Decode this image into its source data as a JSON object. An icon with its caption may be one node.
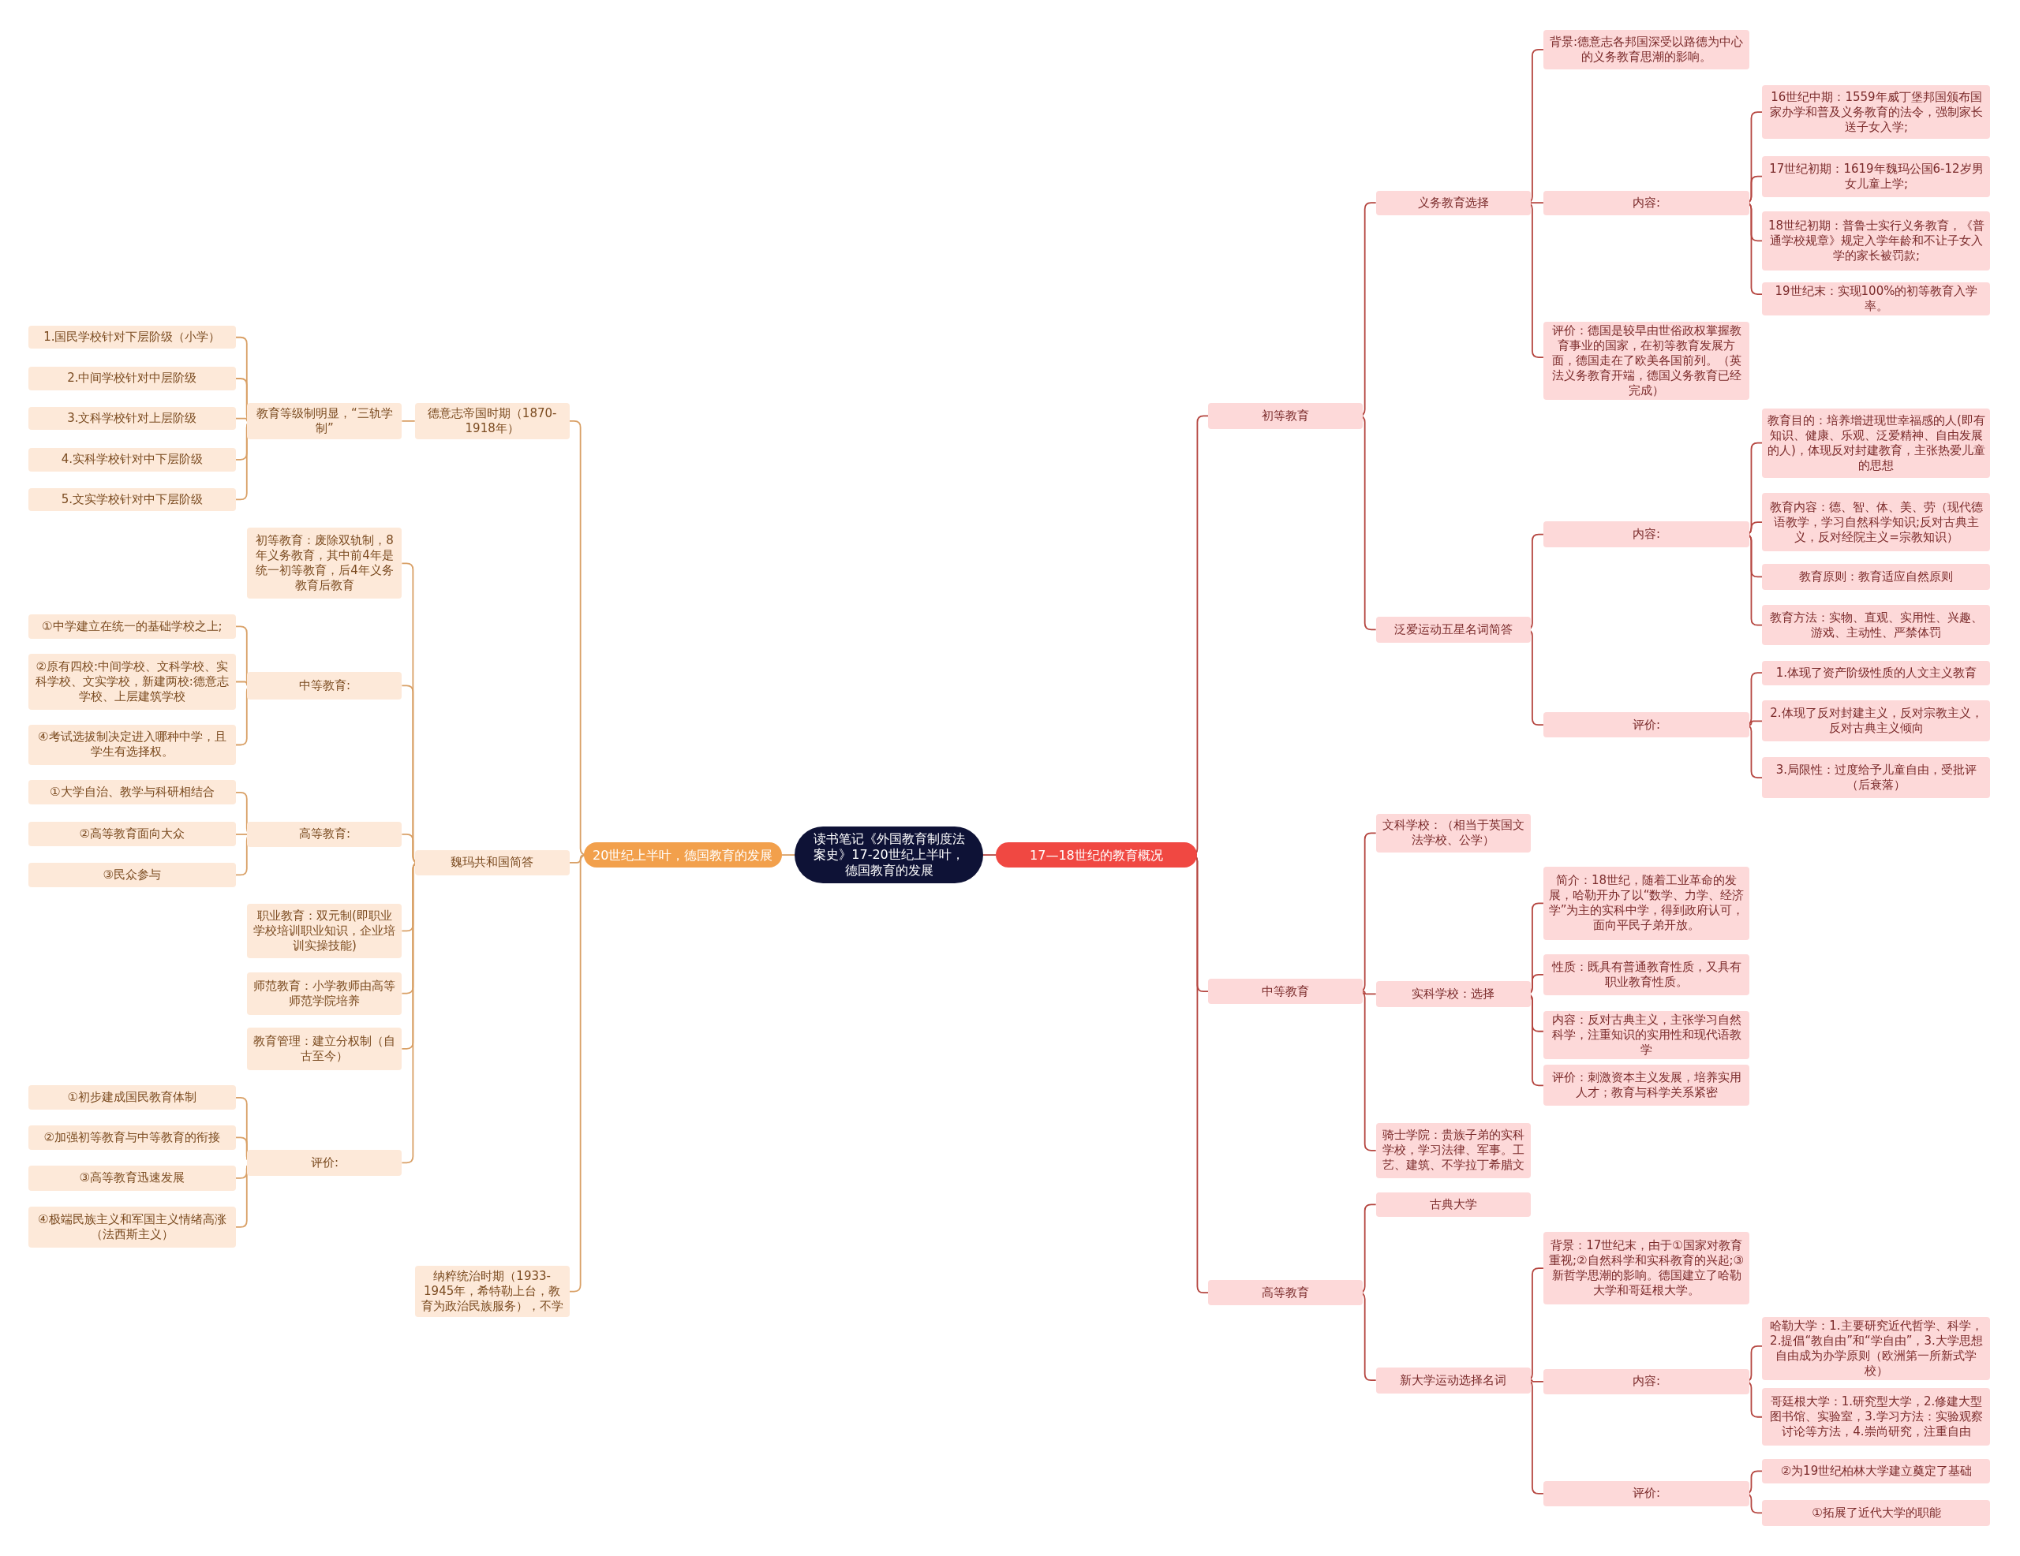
{
  "diagram": {
    "nodes": [
      {
        "text": [
          "读书笔记《外国教育制度法案史》17-20世纪上半叶，德国教育的发展"
        ]
      },
      {
        "text": [
          "20世纪上半叶，德国教育的发展"
        ]
      },
      {
        "text": [
          "17—18世纪的教育概况"
        ]
      },
      {
        "text": [
          "德意志帝国时期（1870-1918年）"
        ]
      },
      {
        "text": [
          "教育等级制明显，“三轨学制”"
        ]
      },
      {
        "text": [
          "1.国民学校针对下层阶级（小学）"
        ]
      },
      {
        "text": [
          "2.中间学校针对中层阶级"
        ]
      },
      {
        "text": [
          "3.文科学校针对上层阶级"
        ]
      },
      {
        "text": [
          "4.实科学校针对中下层阶级"
        ]
      },
      {
        "text": [
          "5.文实学校针对中下层阶级"
        ]
      },
      {
        "text": [
          "魏玛共和国简答"
        ]
      },
      {
        "text": [
          "初等教育：废除双轨制，8年义务教育，其中前4年是统一初等教育，后4年义务教育后教育"
        ]
      },
      {
        "text": [
          "中等教育:"
        ]
      },
      {
        "text": [
          "①中学建立在统一的基础学校之上;"
        ]
      },
      {
        "text": [
          "②原有四校:中间学校、文科学校、实科学校、文实学校，新建两校:德意志学校、上层建筑学校"
        ]
      },
      {
        "text": [
          "④考试选拔制决定进入哪种中学，且学生有选择权。"
        ]
      },
      {
        "text": [
          "高等教育:"
        ]
      },
      {
        "text": [
          "①大学自治、教学与科研相结合"
        ]
      },
      {
        "text": [
          "②高等教育面向大众"
        ]
      },
      {
        "text": [
          "③民众参与"
        ]
      },
      {
        "text": [
          "职业教育：双元制(即职业学校培训职业知识，企业培训实操技能)"
        ]
      },
      {
        "text": [
          "师范教育：小学教师由高等师范学院培养"
        ]
      },
      {
        "text": [
          "教育管理：建立分权制（自古至今）"
        ]
      },
      {
        "text": [
          "评价:"
        ]
      },
      {
        "text": [
          "①初步建成国民教育体制"
        ]
      },
      {
        "text": [
          "②加强初等教育与中等教育的衔接"
        ]
      },
      {
        "text": [
          "③高等教育迅速发展"
        ]
      },
      {
        "text": [
          "④极端民族主义和军国主义情绪高涨（法西斯主义）"
        ]
      },
      {
        "text": [
          "纳粹统治时期（1933-1945年，希特勒上台，教育为政治民族服务），不学"
        ]
      },
      {
        "text": [
          "初等教育"
        ]
      },
      {
        "text": [
          "义务教育选择"
        ]
      },
      {
        "text": [
          "背景:德意志各邦国深受以路德为中心的义务教育思潮的影响。"
        ]
      },
      {
        "text": [
          "内容:"
        ]
      },
      {
        "text": [
          "16世纪中期：1559年威丁堡邦国颁布国家办学和普及义务教育的法令，强制家长送子女入学;"
        ]
      },
      {
        "text": [
          "17世纪初期：1619年魏玛公国6-12岁男女儿童上学;"
        ]
      },
      {
        "text": [
          "18世纪初期：普鲁士实行义务教育，《普通学校规章》规定入学年龄和不让子女入学的家长被罚款;"
        ]
      },
      {
        "text": [
          "19世纪末：实现100%的初等教育入学率。"
        ]
      },
      {
        "text": [
          "评价：德国是较早由世俗政权掌握教育事业的国家，在初等教育发展方面，德国走在了欧美各国前列。（英法义务教育开端，德国义务教育已经完成）"
        ]
      },
      {
        "text": [
          "泛爱运动五星名词简答"
        ]
      },
      {
        "text": [
          "内容:"
        ]
      },
      {
        "text": [
          "教育目的：培养增进现世幸福感的人(即有知识、健康、乐观、泛爱精神、自由发展的人)，体现反对封建教育，主张热爱儿童的思想"
        ]
      },
      {
        "text": [
          "教育内容：德、智、体、美、劳（现代德语教学，学习自然科学知识;反对古典主义，反对经院主义=宗教知识）"
        ]
      },
      {
        "text": [
          "教育原则：教育适应自然原则"
        ]
      },
      {
        "text": [
          "教育方法：实物、直观、实用性、兴趣、游戏、主动性、严禁体罚"
        ]
      },
      {
        "text": [
          "评价:"
        ]
      },
      {
        "text": [
          "1.体现了资产阶级性质的人文主义教育"
        ]
      },
      {
        "text": [
          "2.体现了反对封建主义，反对宗教主义，反对古典主义倾向"
        ]
      },
      {
        "text": [
          "3.局限性：过度给予儿童自由，受批评（后衰落）"
        ]
      },
      {
        "text": [
          "中等教育"
        ]
      },
      {
        "text": [
          "文科学校：（相当于英国文法学校、公学）"
        ]
      },
      {
        "text": [
          "实科学校：选择"
        ]
      },
      {
        "text": [
          "简介：18世纪，随着工业革命的发展，哈勒开办了以“数学、力学、经济学”为主的实科中学，得到政府认可，面向平民子弟开放。"
        ]
      },
      {
        "text": [
          "性质：既具有普通教育性质，又具有职业教育性质。"
        ]
      },
      {
        "text": [
          "内容：反对古典主义，主张学习自然科学，注重知识的实用性和现代语教学"
        ]
      },
      {
        "text": [
          "评价：刺激资本主义发展，培养实用人才；教育与科学关系紧密"
        ]
      },
      {
        "text": [
          "骑士学院：贵族子弟的实科学校，学习法律、军事。工艺、建筑、不学拉丁希腊文"
        ]
      },
      {
        "text": [
          "高等教育"
        ]
      },
      {
        "text": [
          "古典大学"
        ]
      },
      {
        "text": [
          "新大学运动选择名词"
        ]
      },
      {
        "text": [
          "背景：17世纪末，由于①国家对教育重视;②自然科学和实科教育的兴起;③新哲学思潮的影响。德国建立了哈勒大学和哥廷根大学。"
        ]
      },
      {
        "text": [
          "内容:"
        ]
      },
      {
        "text": [
          "哈勒大学：1.主要研究近代哲学、科学，2.提倡“教自由”和“学自由”，3.大学思想自由成为办学原则（欧洲第一所新式学校）"
        ]
      },
      {
        "text": [
          "哥廷根大学：1.研究型大学，2.修建大型图书馆、实验室，3.学习方法：实验观察讨论等方法，4.崇尚研究，注重自由"
        ]
      },
      {
        "text": [
          "评价:"
        ]
      },
      {
        "text": [
          "②为19世纪柏林大学建立奠定了基础"
        ]
      },
      {
        "text": [
          "①拓展了近代大学的职能"
        ]
      }
    ],
    "edges": [
      {
        "from": 0,
        "to": 1,
        "arrow": "none",
        "color": "#d9a066"
      },
      {
        "from": 0,
        "to": 2,
        "arrow": "none"
      },
      {
        "from": 1,
        "to": 3,
        "arrow": "none",
        "color": "#d9a066"
      },
      {
        "from": 1,
        "to": 10,
        "arrow": "none",
        "color": "#d9a066"
      },
      {
        "from": 1,
        "to": 28,
        "arrow": "none",
        "color": "#d9a066"
      },
      {
        "from": 3,
        "to": 4,
        "arrow": "none",
        "color": "#d9a066"
      },
      {
        "from": 4,
        "to": 5,
        "arrow": "none",
        "color": "#d9a066"
      },
      {
        "from": 4,
        "to": 6,
        "arrow": "none",
        "color": "#d9a066"
      },
      {
        "from": 4,
        "to": 7,
        "arrow": "none",
        "color": "#d9a066"
      },
      {
        "from": 4,
        "to": 8,
        "arrow": "none",
        "color": "#d9a066"
      },
      {
        "from": 4,
        "to": 9,
        "arrow": "none",
        "color": "#d9a066"
      },
      {
        "from": 10,
        "to": 11,
        "arrow": "none",
        "color": "#d9a066"
      },
      {
        "from": 10,
        "to": 12,
        "arrow": "none",
        "color": "#d9a066"
      },
      {
        "from": 10,
        "to": 16,
        "arrow": "none",
        "color": "#d9a066"
      },
      {
        "from": 10,
        "to": 20,
        "arrow": "none",
        "color": "#d9a066"
      },
      {
        "from": 10,
        "to": 21,
        "arrow": "none",
        "color": "#d9a066"
      },
      {
        "from": 10,
        "to": 22,
        "arrow": "none",
        "color": "#d9a066"
      },
      {
        "from": 10,
        "to": 23,
        "arrow": "none",
        "color": "#d9a066"
      },
      {
        "from": 12,
        "to": 13,
        "arrow": "none",
        "color": "#d9a066"
      },
      {
        "from": 12,
        "to": 14,
        "arrow": "none",
        "color": "#d9a066"
      },
      {
        "from": 12,
        "to": 15,
        "arrow": "none",
        "color": "#d9a066"
      },
      {
        "from": 16,
        "to": 17,
        "arrow": "none",
        "color": "#d9a066"
      },
      {
        "from": 16,
        "to": 18,
        "arrow": "none",
        "color": "#d9a066"
      },
      {
        "from": 16,
        "to": 19,
        "arrow": "none",
        "color": "#d9a066"
      },
      {
        "from": 23,
        "to": 24,
        "arrow": "none",
        "color": "#d9a066"
      },
      {
        "from": 23,
        "to": 25,
        "arrow": "none",
        "color": "#d9a066"
      },
      {
        "from": 23,
        "to": 26,
        "arrow": "none",
        "color": "#d9a066"
      },
      {
        "from": 23,
        "to": 27,
        "arrow": "none",
        "color": "#d9a066"
      },
      {
        "from": 2,
        "to": 29,
        "arrow": "none"
      },
      {
        "from": 2,
        "to": 48,
        "arrow": "none"
      },
      {
        "from": 2,
        "to": 56,
        "arrow": "none"
      },
      {
        "from": 29,
        "to": 30,
        "arrow": "none"
      },
      {
        "from": 29,
        "to": 38,
        "arrow": "none"
      },
      {
        "from": 30,
        "to": 31,
        "arrow": "none"
      },
      {
        "from": 30,
        "to": 32,
        "arrow": "none"
      },
      {
        "from": 30,
        "to": 37,
        "arrow": "none"
      },
      {
        "from": 32,
        "to": 33,
        "arrow": "none"
      },
      {
        "from": 32,
        "to": 34,
        "arrow": "none"
      },
      {
        "from": 32,
        "to": 35,
        "arrow": "none"
      },
      {
        "from": 32,
        "to": 36,
        "arrow": "none"
      },
      {
        "from": 38,
        "to": 39,
        "arrow": "none"
      },
      {
        "from": 38,
        "to": 44,
        "arrow": "none"
      },
      {
        "from": 39,
        "to": 40,
        "arrow": "none"
      },
      {
        "from": 39,
        "to": 41,
        "arrow": "none"
      },
      {
        "from": 39,
        "to": 42,
        "arrow": "none"
      },
      {
        "from": 39,
        "to": 43,
        "arrow": "none"
      },
      {
        "from": 44,
        "to": 45,
        "arrow": "none"
      },
      {
        "from": 44,
        "to": 46,
        "arrow": "none"
      },
      {
        "from": 44,
        "to": 47,
        "arrow": "none"
      },
      {
        "from": 48,
        "to": 49,
        "arrow": "none"
      },
      {
        "from": 48,
        "to": 50,
        "arrow": "none"
      },
      {
        "from": 48,
        "to": 55,
        "arrow": "none"
      },
      {
        "from": 50,
        "to": 51,
        "arrow": "none"
      },
      {
        "from": 50,
        "to": 52,
        "arrow": "none"
      },
      {
        "from": 50,
        "to": 53,
        "arrow": "none"
      },
      {
        "from": 50,
        "to": 54,
        "arrow": "none"
      },
      {
        "from": 56,
        "to": 57,
        "arrow": "none"
      },
      {
        "from": 56,
        "to": 58,
        "arrow": "none"
      },
      {
        "from": 58,
        "to": 59,
        "arrow": "none"
      },
      {
        "from": 58,
        "to": 60,
        "arrow": "none"
      },
      {
        "from": 58,
        "to": 63,
        "arrow": "none"
      },
      {
        "from": 60,
        "to": 61,
        "arrow": "none"
      },
      {
        "from": 60,
        "to": 62,
        "arrow": "none"
      },
      {
        "from": 63,
        "to": 64,
        "arrow": "none"
      },
      {
        "from": 63,
        "to": 65,
        "arrow": "none"
      }
    ]
  }
}
